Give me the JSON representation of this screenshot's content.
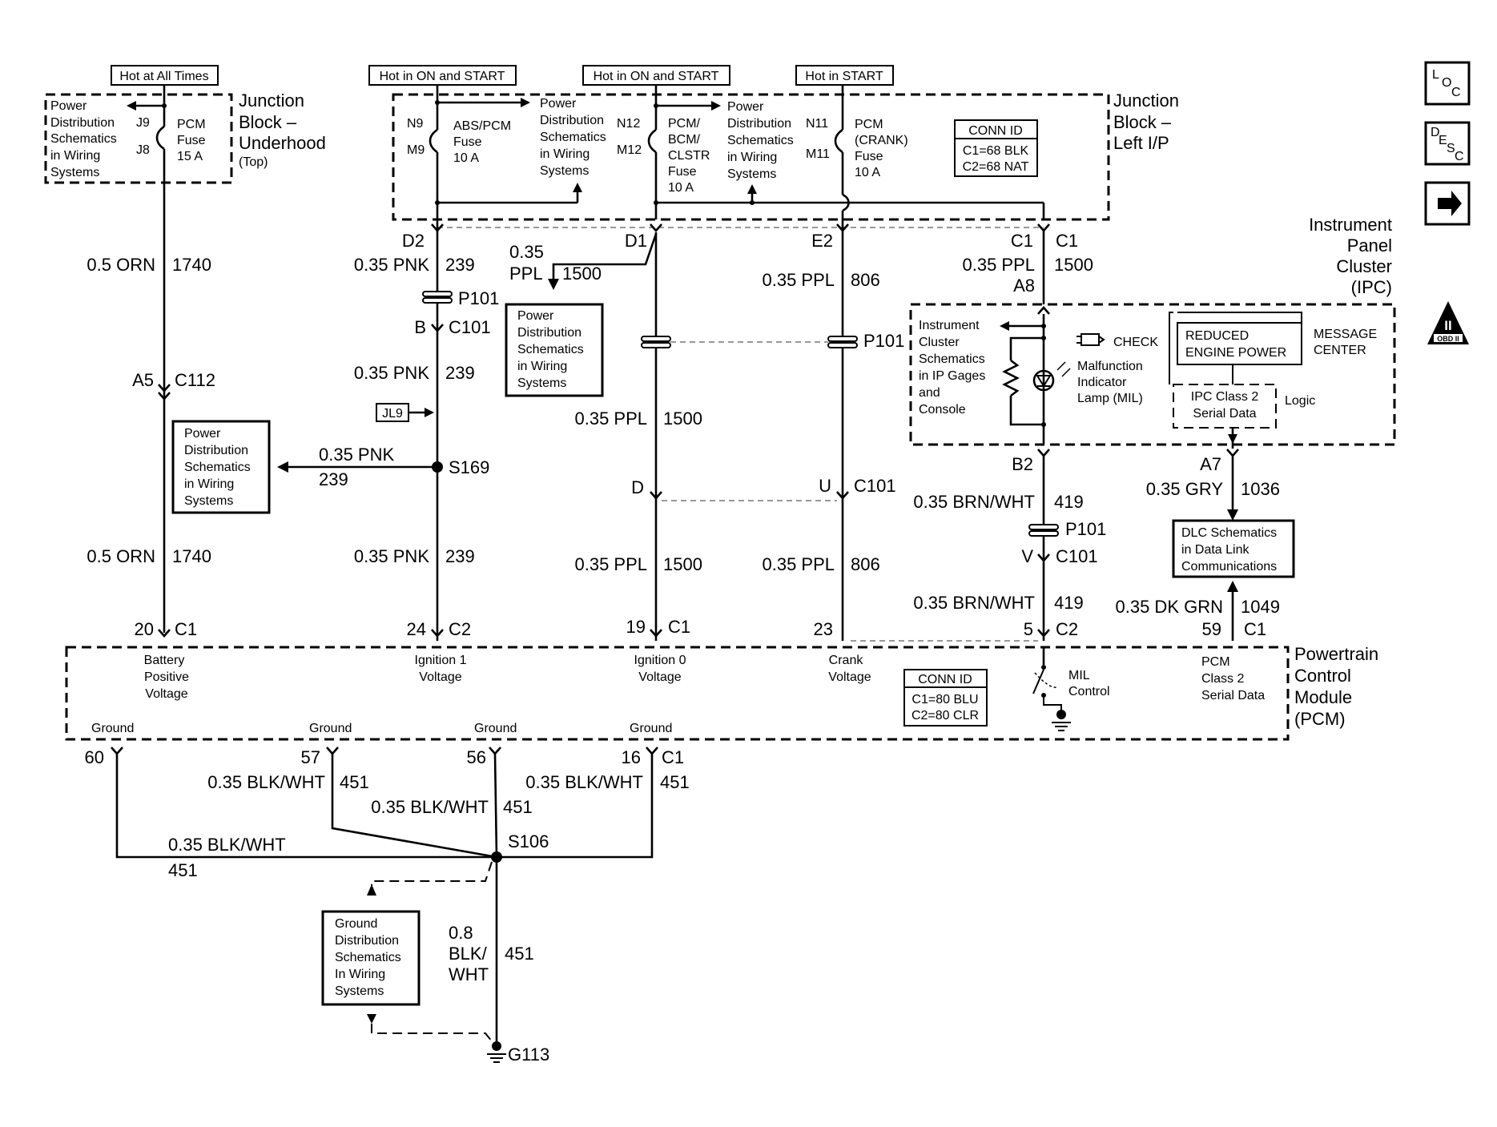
{
  "supply_labels": {
    "hot_at_all_times": "Hot at All Times",
    "hot_on_start_1": "Hot in ON and START",
    "hot_on_start_2": "Hot in ON and START",
    "hot_start": "Hot in START"
  },
  "junction_underhood": {
    "title_1": "Junction",
    "title_2": "Block –",
    "title_3": "Underhood",
    "title_4": "(Top)",
    "pd_1": "Power",
    "pd_2": "Distribution",
    "pd_3": "Schematics",
    "pd_4": "in Wiring",
    "pd_5": "Systems",
    "pin_j9": "J9",
    "pin_j8": "J8",
    "fuse_1": "PCM",
    "fuse_2": "Fuse",
    "fuse_3": "15 A"
  },
  "junction_ip": {
    "title_1": "Junction",
    "title_2": "Block –",
    "title_3": "Left I/P",
    "pin_n9": "N9",
    "pin_m9": "M9",
    "pin_n12": "N12",
    "pin_m12": "M12",
    "pin_n11": "N11",
    "pin_m11": "M11",
    "fuse_a_1": "ABS/PCM",
    "fuse_a_2": "Fuse",
    "fuse_a_3": "10 A",
    "fuse_b_1": "PCM/",
    "fuse_b_2": "BCM/",
    "fuse_b_3": "CLSTR",
    "fuse_b_4": "Fuse",
    "fuse_b_5": "10 A",
    "fuse_c_1": "PCM",
    "fuse_c_2": "(CRANK)",
    "fuse_c_3": "Fuse",
    "fuse_c_4": "10 A",
    "pd1_1": "Power",
    "pd1_2": "Distribution",
    "pd1_3": "Schematics",
    "pd1_4": "in Wiring",
    "pd1_5": "Systems",
    "pd2_1": "Power",
    "pd2_2": "Distribution",
    "pd2_3": "Schematics",
    "pd2_4": "in Wiring",
    "pd2_5": "Systems",
    "conn_title": "CONN ID",
    "conn_c1": "C1=68 BLK",
    "conn_c2": "C2=68 NAT"
  },
  "wires": {
    "w1_size": "0.5 ORN",
    "w1_num": "1740",
    "w1b_size": "0.5 ORN",
    "w1b_num": "1740",
    "w2_size": "0.35 PNK",
    "w2_num": "239",
    "w2b_size": "0.35 PNK",
    "w2b_num": "239",
    "w2c_size": "0.35 PNK",
    "w2c_num": "239",
    "w2d_size": "0.35 PNK",
    "w2d_num": "239",
    "w3_size_1": "0.35",
    "w3_size_2": "PPL",
    "w3_num": "1500",
    "w3b_size": "0.35 PPL",
    "w3b_num": "1500",
    "w3c_size": "0.35 PPL",
    "w3c_num": "1500",
    "w4_size": "0.35 PPL",
    "w4_num": "806",
    "w4b_size": "0.35 PPL",
    "w4b_num": "806",
    "w5_size": "0.35 PPL",
    "w5_num": "1500",
    "w6_size": "0.35 BRN/WHT",
    "w6_num": "419",
    "w6b_size": "0.35 BRN/WHT",
    "w6b_num": "419",
    "w7_size": "0.35 GRY",
    "w7_num": "1036",
    "w8_size": "0.35 DK GRN",
    "w8_num": "1049",
    "g1_size": "0.35 BLK/WHT",
    "g1_num": "451",
    "g2_size": "0.35 BLK/WHT",
    "g2_num": "451",
    "g3_size": "0.35 BLK/WHT",
    "g3_num": "451",
    "g4_size": "0.35 BLK/WHT",
    "g4_num": "451",
    "g5_size_1": "0.8",
    "g5_size_2": "BLK/",
    "g5_size_3": "WHT",
    "g5_num": "451"
  },
  "connectors": {
    "d2": "D2",
    "d1": "D1",
    "e2": "E2",
    "c1_a": "C1",
    "c1_b": "C1",
    "a8": "A8",
    "p101_a": "P101",
    "p101_b": "P101",
    "p101_c": "P101",
    "b_pin": "B",
    "c101_a": "C101",
    "a5": "A5",
    "c112": "C112",
    "jl9": "JL9",
    "s169": "S169",
    "d_pin": "D",
    "u_pin": "U",
    "c101_b": "C101",
    "b2": "B2",
    "a7": "A7",
    "v_pin": "V",
    "c101_c": "C101",
    "pin_20": "20",
    "pin_24": "24",
    "pin_19": "19",
    "pin_23": "23",
    "pin_5": "5",
    "pin_59": "59",
    "c1_20": "C1",
    "c2_24": "C2",
    "c1_19": "C1",
    "c2_5": "C2",
    "c1_59": "C1",
    "pin_60": "60",
    "pin_57": "57",
    "pin_56": "56",
    "pin_16": "16",
    "c1_gnd": "C1",
    "s106": "S106",
    "g113": "G113"
  },
  "pd_box_mid": {
    "l1": "Power",
    "l2": "Distribution",
    "l3": "Schematics",
    "l4": "in Wiring",
    "l5": "Systems"
  },
  "pd_box_left": {
    "l1": "Power",
    "l2": "Distribution",
    "l3": "Schematics",
    "l4": "in Wiring",
    "l5": "Systems"
  },
  "ground_box": {
    "l1": "Ground",
    "l2": "Distribution",
    "l3": "Schematics",
    "l4": "In Wiring",
    "l5": "Systems"
  },
  "ipc": {
    "title_1": "Instrument",
    "title_2": "Panel",
    "title_3": "Cluster",
    "title_4": "(IPC)",
    "ic_1": "Instrument",
    "ic_2": "Cluster",
    "ic_3": "Schematics",
    "ic_4": "in IP Gages",
    "ic_5": "and",
    "ic_6": "Console",
    "check": "CHECK",
    "mil_1": "Malfunction",
    "mil_2": "Indicator",
    "mil_3": "Lamp (MIL)",
    "rep_1": "REDUCED",
    "rep_2": "ENGINE POWER",
    "msg_1": "MESSAGE",
    "msg_2": "CENTER",
    "serial_1": "IPC Class 2",
    "serial_2": "Serial Data",
    "logic": "Logic"
  },
  "dlc": {
    "l1": "DLC Schematics",
    "l2": "in Data Link",
    "l3": "Communications"
  },
  "pcm": {
    "title_1": "Powertrain",
    "title_2": "Control",
    "title_3": "Module",
    "title_4": "(PCM)",
    "bat_1": "Battery",
    "bat_2": "Positive",
    "bat_3": "Voltage",
    "ign1_1": "Ignition 1",
    "ign1_2": "Voltage",
    "ign0_1": "Ignition 0",
    "ign0_2": "Voltage",
    "crank_1": "Crank",
    "crank_2": "Voltage",
    "conn_title": "CONN ID",
    "conn_c1": "C1=80 BLU",
    "conn_c2": "C2=80 CLR",
    "mil_1": "MIL",
    "mil_2": "Control",
    "ser_1": "PCM",
    "ser_2": "Class 2",
    "ser_3": "Serial Data",
    "gnd_1": "Ground",
    "gnd_2": "Ground",
    "gnd_3": "Ground",
    "gnd_4": "Ground"
  },
  "side_icons": {
    "loc_1": "L",
    "loc_2": "O",
    "loc_3": "C",
    "desc_1": "D",
    "desc_2": "E",
    "desc_3": "S",
    "desc_4": "C",
    "obd_1": "II",
    "obd_2": "OBD II"
  }
}
